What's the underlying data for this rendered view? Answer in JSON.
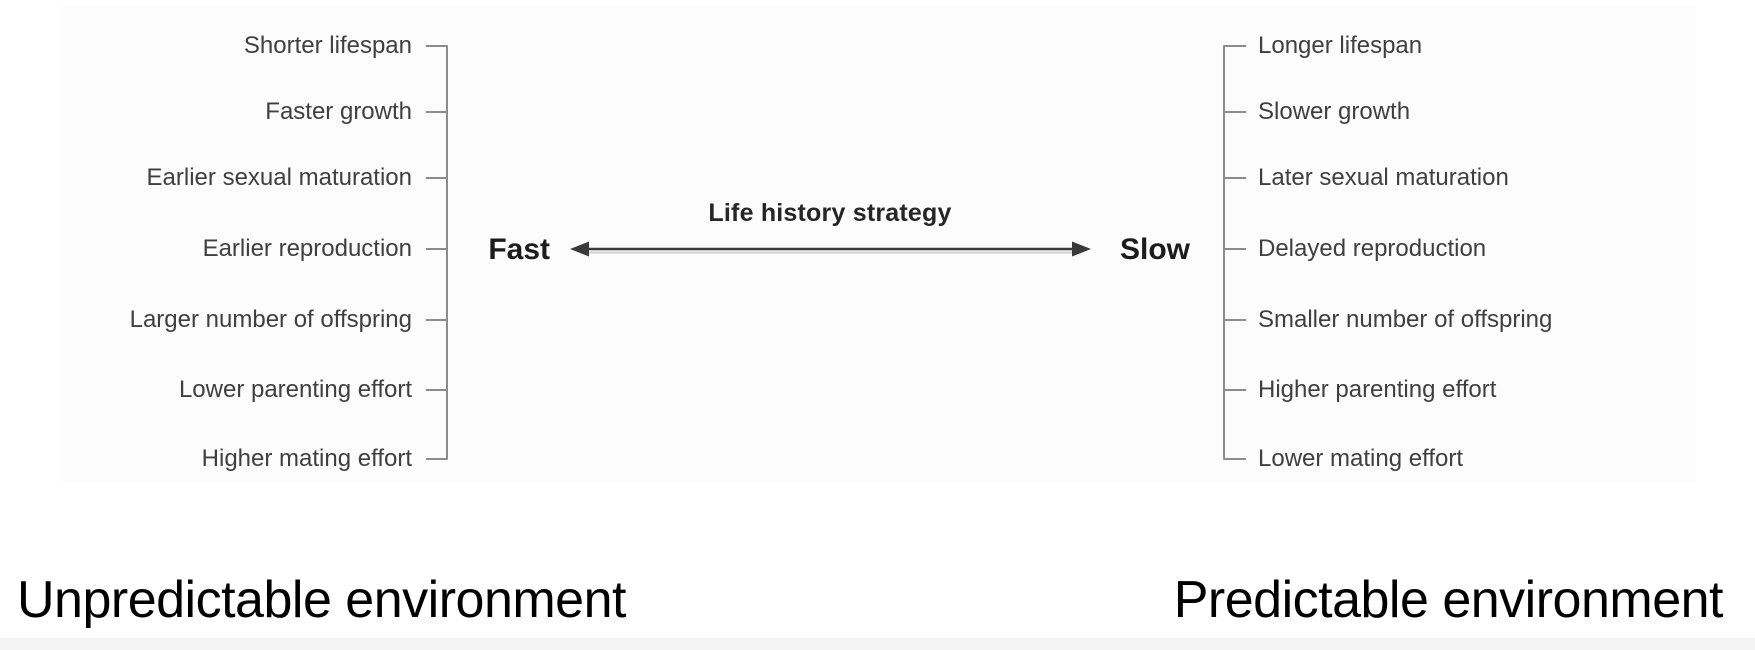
{
  "diagram": {
    "center": {
      "title": "Life history strategy",
      "fast_label": "Fast",
      "slow_label": "Slow"
    },
    "fast_column": {
      "items": [
        "Shorter lifespan",
        "Faster growth",
        "Earlier sexual maturation",
        "Earlier reproduction",
        "Larger number of offspring",
        "Lower parenting effort",
        "Higher mating effort"
      ]
    },
    "slow_column": {
      "items": [
        "Longer lifespan",
        "Slower growth",
        "Later sexual maturation",
        "Delayed reproduction",
        "Smaller number of offspring",
        "Higher parenting effort",
        "Lower mating effort"
      ]
    },
    "footer": {
      "left": "Unpredictable environment",
      "right": "Predictable environment"
    }
  },
  "colors": {
    "label_text": "#3f3f3f",
    "bracket": "#8c8c8c",
    "arrow": "#3a3a3a",
    "arrow_shadow": "#cfcfcf",
    "center_text": "#262626",
    "footer_text": "#000000"
  }
}
